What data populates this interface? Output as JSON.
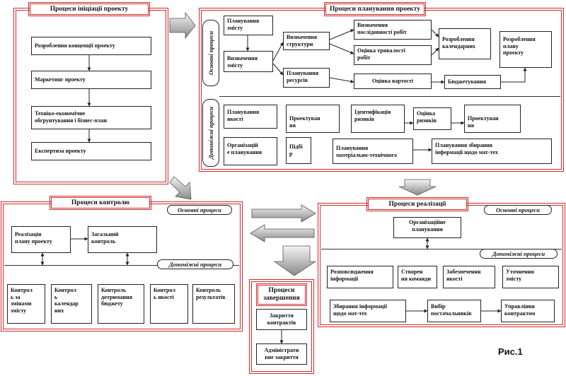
{
  "initiation": {
    "title": "Процеси ініціації проекту",
    "items": [
      "Розроблення концепції проекту",
      "Маркетинг проекту",
      "Техніко-економічне\nобгрунтування і бізнес-план",
      "Експертиза проекту"
    ]
  },
  "planning": {
    "title": "Процеси планування проекту",
    "main_label": "Основні процеси",
    "aux_label": "Допоміжні процеси",
    "main": {
      "scope_planning": "Планування\nзмісту",
      "scope_definition": "Визначення\nзмісту",
      "structure_definition": "Визначення\nструктури",
      "sequence": "Визначення\nпослідовності робіт",
      "duration": "Оцінка тривалості\nробіт",
      "resource_planning": "Планування\nресурсів",
      "cost_estimate": "Оцінка вартості",
      "calendar": "Розроблення\nкалендарних",
      "budgeting": "Бюджетування",
      "plan": "Розроблення\nплану\nпроекту"
    },
    "aux": {
      "quality_planning": "Планування\nякості",
      "design1": "Проектуван\nня",
      "risk_identification": "Ідентифікація\nризиків",
      "risk_assessment": "Оцінка\nризиків",
      "design2": "Проектуван\nня",
      "org_planning": "Організацій\nе планування",
      "selection": "Підбі\nр",
      "mt_planning": "Планування\nматеріально-технічного",
      "info_planning": "Планування збирання\nінформації щодо мат-тех"
    }
  },
  "control": {
    "title": "Процеси контролю",
    "main_label": "Основні процеси",
    "aux_label": "Допоміжні процеси",
    "main": [
      "Реалізація\nплану проекту",
      "Загальний\nконтроль"
    ],
    "aux": [
      "Контрол\nь за\nзмінами\nзмісту",
      "Контрол\nь\nкалендар\nних",
      "Контроль\nдотримання\nбюджету",
      "Контрол\nь якості",
      "Контроль\nрезультатів"
    ]
  },
  "implementation": {
    "title": "Процеси реалізації",
    "main_label": "Основні процеси",
    "aux_label": "Допоміжні процеси",
    "main": "Організаційне\nпланування",
    "aux_row1": [
      "Розповсюдження\nінформації",
      "Створен\nня команди",
      "Забезпечення\nякості",
      "Уточнення\nзмісту"
    ],
    "aux_row2": [
      "Збирання інформації\nщодо мат-тех",
      "Вибір\nпостачальників",
      "Управління\nконтрактом"
    ]
  },
  "closing": {
    "title": "Процеси\nзавершення",
    "items": [
      "Закриття\nконтрактів",
      "Адміністрати\nвне закриття"
    ]
  },
  "figure_label": "Рис.1"
}
